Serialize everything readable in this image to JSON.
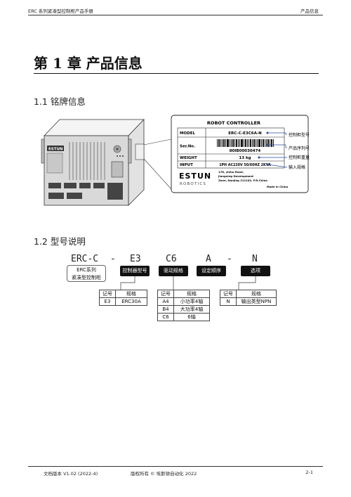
{
  "header": {
    "doc_title": "ERC 系列紧凑型控制柜产品手册",
    "section": "产品信息"
  },
  "chapter_title": "第 1 章  产品信息",
  "sections": [
    {
      "title": "1.1  铭牌信息"
    },
    {
      "title": "1.2  型号说明"
    }
  ],
  "nameplate": {
    "heading": "ROBOT CONTROLLER",
    "rows": [
      {
        "label": "MODEL",
        "value": "ERC-C-E3C6A-N"
      },
      {
        "label": "Ser.No.",
        "value": "80IB00030474"
      },
      {
        "label": "WEIGHT",
        "value": "13 kg"
      },
      {
        "label": "INPUT",
        "value": "1PH AC220V 50/60HZ 2KVA"
      }
    ],
    "brand": "ESTUN",
    "brand_sub": "ROBOTICS",
    "address": [
      "178, yinhu Road,",
      "Jiangning Development",
      "Zone, Nanjing 211102, P.R.China"
    ],
    "made_in": "Made in China",
    "callouts": [
      "控制柜型号",
      "产品序列号",
      "控制柜重量",
      "输入规格"
    ]
  },
  "model_code": {
    "parts": [
      "ERC-C",
      "-",
      "E3",
      "C6",
      "A",
      "-",
      "N"
    ],
    "series_desc": [
      "ERC系列",
      "紧凑型控制柜"
    ],
    "tags": [
      "控制器型号",
      "驱动规格",
      "设定顺序",
      "选项"
    ],
    "tables": [
      {
        "headers": [
          "记号",
          "规格"
        ],
        "rows": [
          [
            "E3",
            "ERC30A"
          ]
        ]
      },
      {
        "headers": [
          "记号",
          "规格"
        ],
        "rows": [
          [
            "A4",
            "小功率4轴"
          ],
          [
            "B4",
            "大功率4轴"
          ],
          [
            "C6",
            "6轴"
          ]
        ]
      },
      {
        "headers": [
          "记号",
          "规格"
        ],
        "rows": [
          [
            "N",
            "输出类型NPN"
          ]
        ]
      }
    ]
  },
  "footer": {
    "version": "文档版本  V1.02 (2022-4)",
    "copyright": "版权所有 ©  埃斯顿自动化  2022",
    "page": "2-1"
  }
}
